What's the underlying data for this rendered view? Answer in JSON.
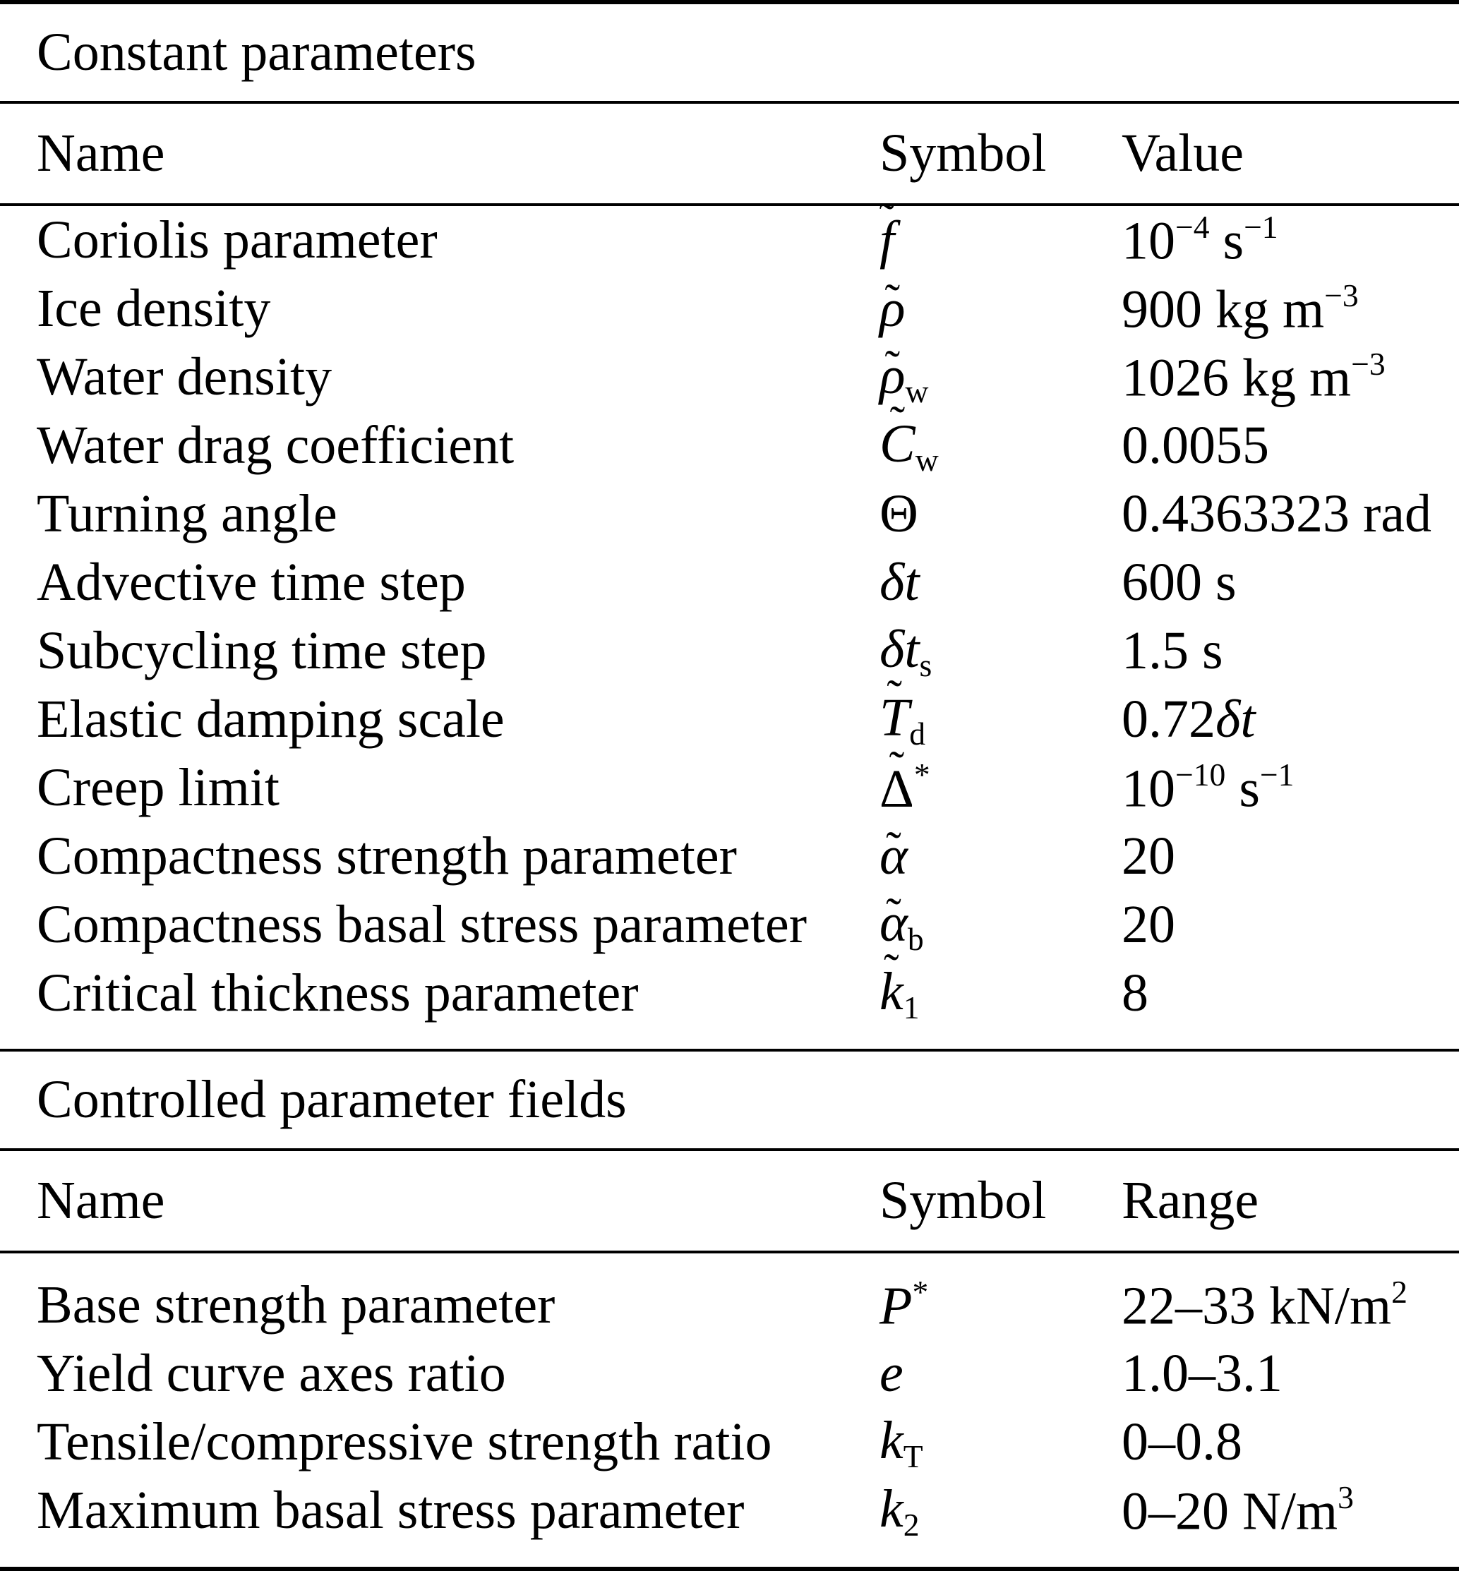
{
  "colors": {
    "background": "#ffffff",
    "text": "#000000",
    "rule": "#000000"
  },
  "table": {
    "sections": [
      {
        "title": "Constant parameters",
        "columns": [
          "Name",
          "Symbol",
          "Value"
        ],
        "rows": [
          {
            "name": "Coriolis parameter",
            "symbol": [
              {
                "t": "f",
                "it": 1,
                "tilde": 1
              }
            ],
            "value": [
              {
                "t": "10"
              },
              {
                "t": "−4",
                "sup": 1
              },
              {
                "t": " s"
              },
              {
                "t": "−1",
                "sup": 1
              }
            ]
          },
          {
            "name": "Ice density",
            "symbol": [
              {
                "t": "ρ",
                "it": 1,
                "tilde": 1,
                "low": 1
              }
            ],
            "value": [
              {
                "t": "900 kg m"
              },
              {
                "t": "−3",
                "sup": 1
              }
            ]
          },
          {
            "name": "Water density",
            "symbol": [
              {
                "t": "ρ",
                "it": 1,
                "tilde": 1,
                "low": 1
              },
              {
                "t": "w",
                "sub": 1
              }
            ],
            "value": [
              {
                "t": "1026 kg m"
              },
              {
                "t": "−3",
                "sup": 1
              }
            ]
          },
          {
            "name": "Water drag coefficient",
            "symbol": [
              {
                "t": "C",
                "it": 1,
                "tilde": 1
              },
              {
                "t": "w",
                "sub": 1
              }
            ],
            "value": [
              {
                "t": "0.0055"
              }
            ]
          },
          {
            "name": "Turning angle",
            "symbol": [
              {
                "t": "Θ"
              }
            ],
            "value": [
              {
                "t": "0.4363323 rad"
              }
            ]
          },
          {
            "name": "Advective time step",
            "symbol": [
              {
                "t": "δt",
                "it": 1
              }
            ],
            "value": [
              {
                "t": "600 s"
              }
            ]
          },
          {
            "name": "Subcycling time step",
            "symbol": [
              {
                "t": "δt",
                "it": 1
              },
              {
                "t": "s",
                "sub": 1
              }
            ],
            "value": [
              {
                "t": "1.5 s"
              }
            ]
          },
          {
            "name": "Elastic damping scale",
            "symbol": [
              {
                "t": "T",
                "it": 1,
                "tilde": 1
              },
              {
                "t": "d",
                "sub": 1
              }
            ],
            "value": [
              {
                "t": "0.72"
              },
              {
                "t": "δt",
                "it": 1
              }
            ]
          },
          {
            "name": "Creep limit",
            "symbol": [
              {
                "t": "Δ",
                "tilde": 1
              },
              {
                "t": "*",
                "sup": 1
              }
            ],
            "value": [
              {
                "t": "10"
              },
              {
                "t": "−10",
                "sup": 1
              },
              {
                "t": " s"
              },
              {
                "t": "−1",
                "sup": 1
              }
            ]
          },
          {
            "name": "Compactness strength parameter",
            "symbol": [
              {
                "t": "α",
                "it": 1,
                "tilde": 1,
                "low": 1
              }
            ],
            "value": [
              {
                "t": "20"
              }
            ]
          },
          {
            "name": "Compactness basal stress parameter",
            "symbol": [
              {
                "t": "α",
                "it": 1,
                "tilde": 1,
                "low": 1
              },
              {
                "t": "b",
                "sub": 1
              }
            ],
            "value": [
              {
                "t": "20"
              }
            ]
          },
          {
            "name": "Critical thickness parameter",
            "symbol": [
              {
                "t": "k",
                "it": 1,
                "tilde": 1
              },
              {
                "t": "1",
                "sub": 1
              }
            ],
            "value": [
              {
                "t": "8"
              }
            ]
          }
        ]
      },
      {
        "title": "Controlled parameter fields",
        "columns": [
          "Name",
          "Symbol",
          "Range"
        ],
        "rows": [
          {
            "name": "Base strength parameter",
            "symbol": [
              {
                "t": "P",
                "it": 1
              },
              {
                "t": "*",
                "sup": 1
              }
            ],
            "value": [
              {
                "t": "22–33 kN/m"
              },
              {
                "t": "2",
                "sup": 1
              }
            ]
          },
          {
            "name": "Yield curve axes ratio",
            "symbol": [
              {
                "t": "e",
                "it": 1
              }
            ],
            "value": [
              {
                "t": "1.0–3.1"
              }
            ]
          },
          {
            "name": "Tensile/compressive strength ratio",
            "symbol": [
              {
                "t": "k",
                "it": 1
              },
              {
                "t": "T",
                "sub": 1
              }
            ],
            "value": [
              {
                "t": "0–0.8"
              }
            ]
          },
          {
            "name": "Maximum basal stress parameter",
            "symbol": [
              {
                "t": "k",
                "it": 1
              },
              {
                "t": "2",
                "sub": 1
              }
            ],
            "value": [
              {
                "t": "0–20 N/m"
              },
              {
                "t": "3",
                "sup": 1
              }
            ]
          }
        ]
      }
    ]
  }
}
